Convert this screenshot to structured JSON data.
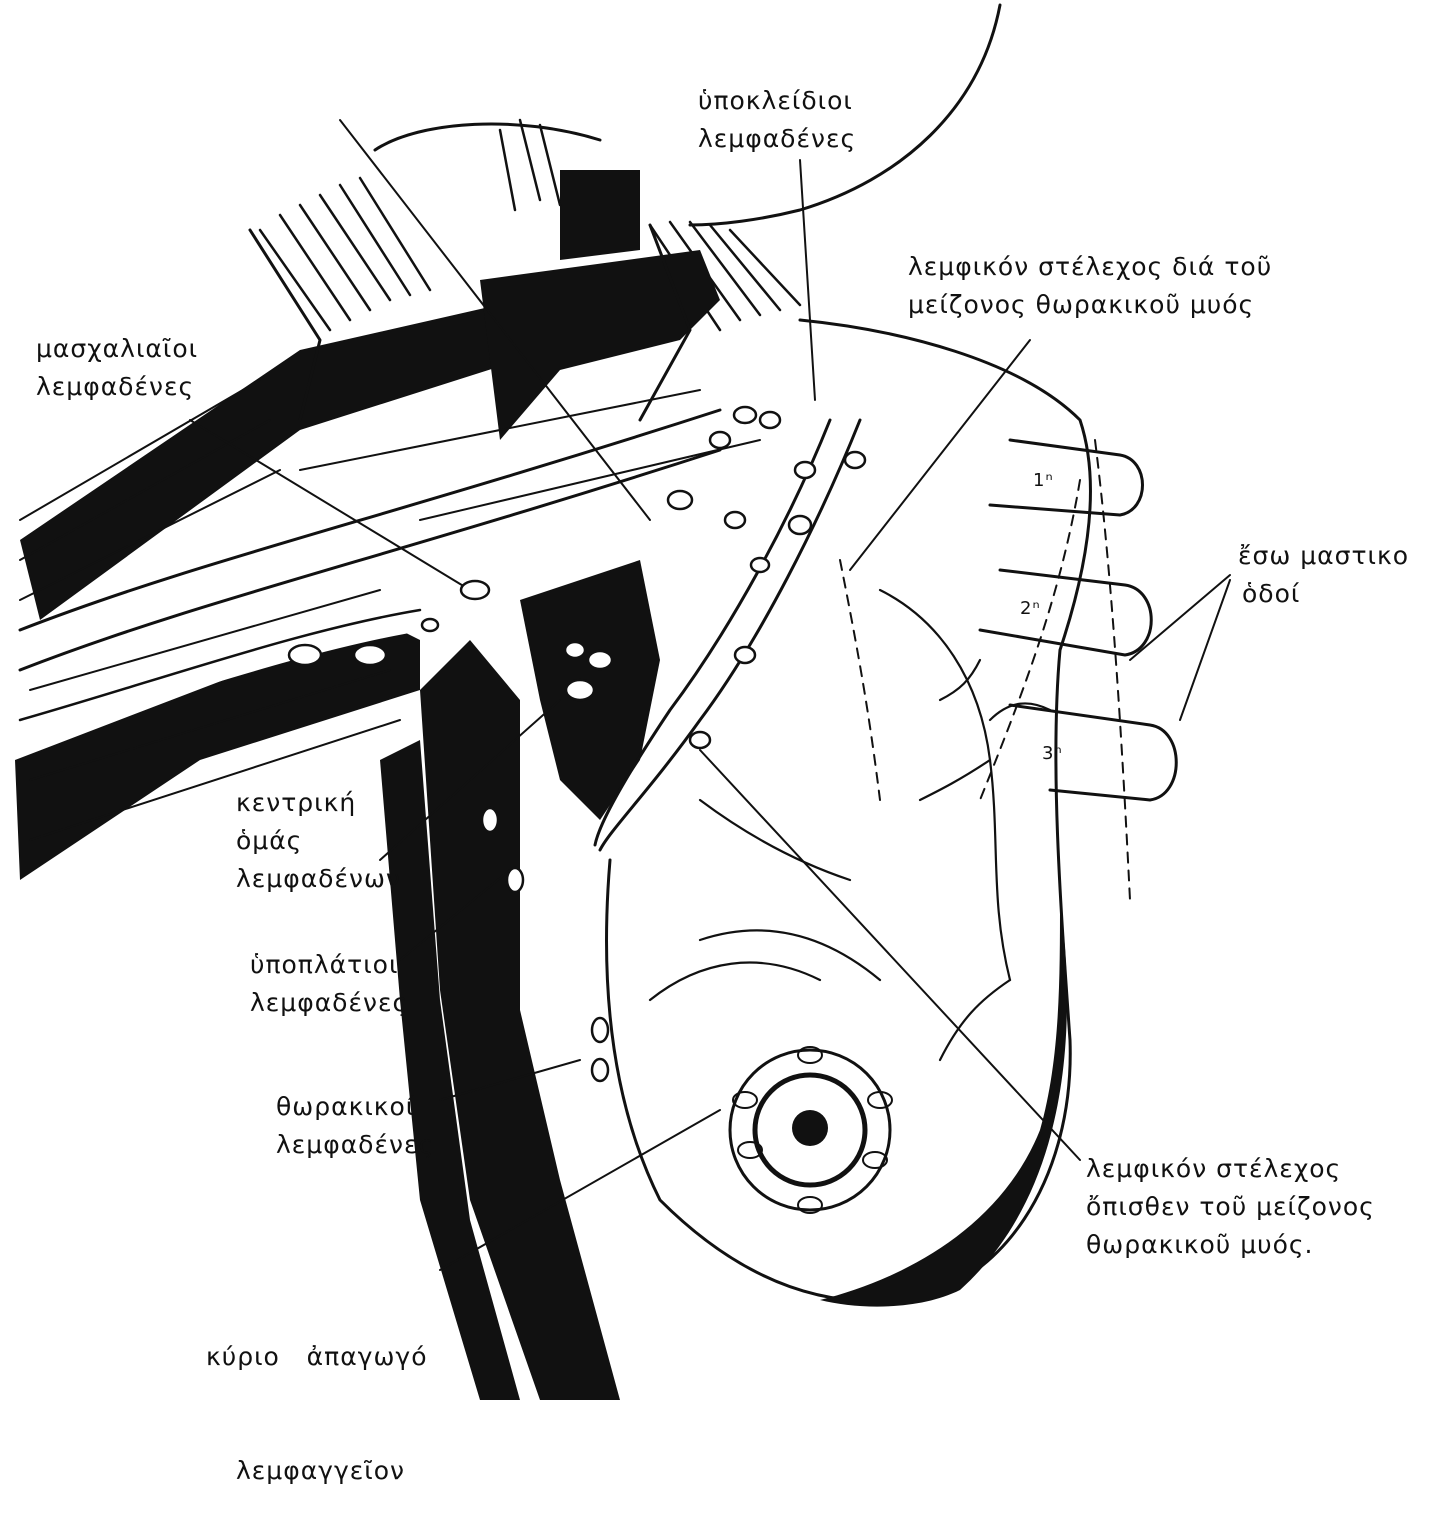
{
  "labels": {
    "subclavian": [
      "ὑποκλείδιοι",
      "λεμφαδένες"
    ],
    "trunk_through_pectoralis": [
      "λεμφικόν στέλεχος διά τοῦ",
      "μείζονος θωρακικοῦ μυός"
    ],
    "axillary": [
      "μασχαλιαῖοι",
      "λεμφαδένες"
    ],
    "internal_mammary": [
      "ἔσω μαστικο",
      "ὁδοί"
    ],
    "central_group": [
      "κεντρική",
      "ὁμάς",
      "λεμφαδένων"
    ],
    "subscapular": [
      "ὑποπλάτιοι",
      "λεμφαδένες"
    ],
    "pectoral": [
      "θωρακικοί",
      "λεμφαδένες"
    ],
    "main_efferent": [
      "κύριο   ἀπαγωγό",
      "λεμφαγγεῖον"
    ],
    "trunk_behind_pectoralis": [
      "λεμφικόν στέλεχος",
      "ὄπισθεν τοῦ μείζονος",
      "θωρακικοῦ μυός."
    ]
  },
  "rib_labels": [
    "1ⁿ",
    "2ⁿ",
    "3ⁿ"
  ],
  "colors": {
    "ink": "#111111",
    "paper": "#ffffff"
  }
}
